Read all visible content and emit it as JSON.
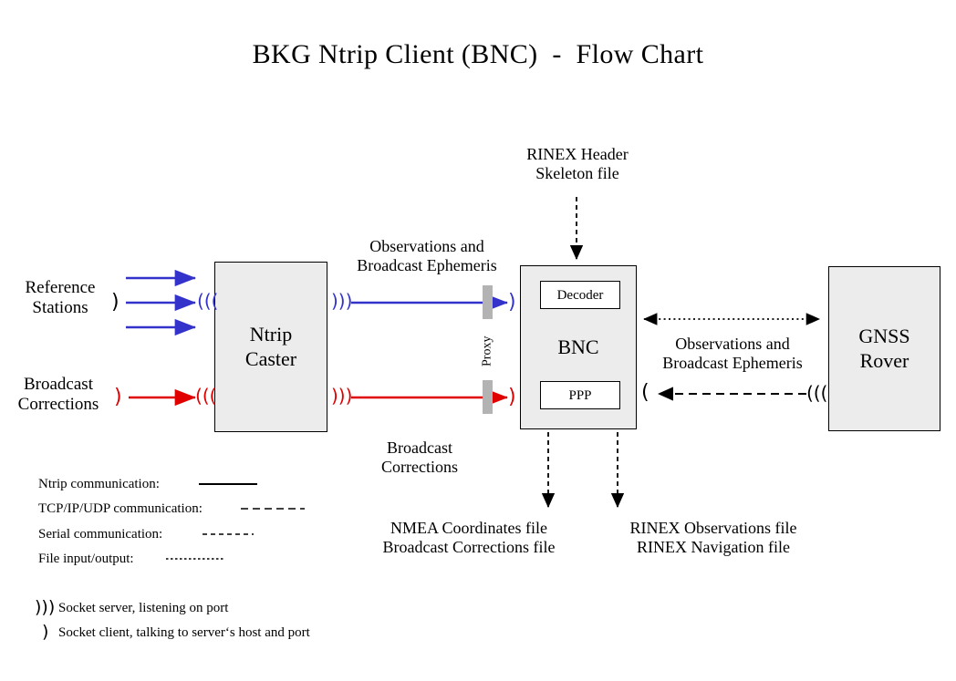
{
  "title": "BKG Ntrip Client (BNC)  -  Flow Chart",
  "colors": {
    "ntrip_blue": "#3333CC",
    "broadcast_red": "#E00000",
    "box_fill": "#ECECEC",
    "proxy_gray": "#B3B3B3",
    "outline": "#000000",
    "background": "#FFFFFF"
  },
  "nodes": {
    "reference_stations": "Reference\nStations",
    "broadcast_corrections_src": "Broadcast\nCorrections",
    "ntrip_caster": "Ntrip\nCaster",
    "bnc": "BNC",
    "decoder": "Decoder",
    "ppp": "PPP",
    "gnss_rover": "GNSS\nRover",
    "proxy": "Proxy"
  },
  "edge_labels": {
    "caster_to_bnc_top": "Observations and\nBroadcast Ephemeris",
    "caster_to_bnc_bottom": "Broadcast\nCorrections",
    "rinex_skeleton": "RINEX Header\nSkeleton file",
    "bnc_to_rover": "Observations and\nBroadcast Ephemeris",
    "output_left": "NMEA Coordinates file\nBroadcast Corrections file",
    "output_right": "RINEX Observations file\nRINEX Navigation file"
  },
  "legend": {
    "lines": [
      {
        "label": "Ntrip communication:",
        "style": "solid"
      },
      {
        "label": "TCP/IP/UDP communication:",
        "style": "long-dash"
      },
      {
        "label": "Serial communication:",
        "style": "medium-dash"
      },
      {
        "label": "File input/output:",
        "style": "dotted"
      }
    ],
    "sockets": [
      {
        "glyph": "socket-server-icon",
        "label": "Socket server, listening on port"
      },
      {
        "glyph": "socket-client-icon",
        "label": "Socket client, talking to server‘s host and port"
      }
    ]
  },
  "socket_markers": {
    "server": ")))",
    "client": ")"
  }
}
